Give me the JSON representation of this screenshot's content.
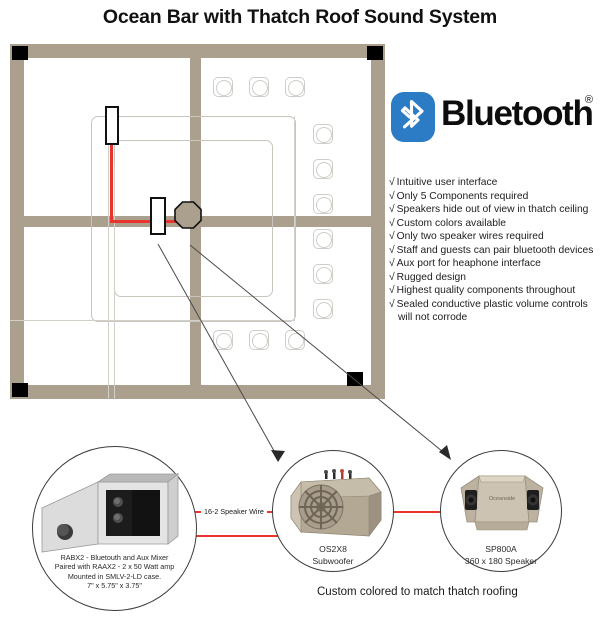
{
  "title": "Ocean Bar with Thatch Roof Sound System",
  "brand": {
    "name": "Bluetooth",
    "registered_mark": "®",
    "logo_icon": "bluetooth-icon",
    "logo_color": "#2b7cc4"
  },
  "features": {
    "bullet": "√",
    "items": [
      "Intuitive user interface",
      "Only 5 Components required",
      "Speakers hide out of view in thatch ceiling",
      "Custom colors available",
      "Only two speaker wires required",
      "Staff and guests can pair bluetooth devices",
      "Aux port for heaphone interface",
      "Rugged design",
      "Highest quality components throughout",
      "Sealed conductive plastic volume controls"
    ],
    "continuation": "will not corrode"
  },
  "floorplan": {
    "wall_color": "#ABA08E",
    "post_color": "#000000",
    "wire_color": "#e8352e",
    "devices": {
      "mixer": "mixer-enclosure",
      "subwoofer": "subwoofer-box",
      "speaker": "octagon-speaker"
    }
  },
  "products": {
    "mixer": {
      "caption_line1": "RABX2 - Bluetouth and Aux Mixer",
      "caption_line2": "Paired with RAAX2 - 2 x 50 Watt amp",
      "caption_line3": "Mounted in SMLV-2-LD case.",
      "caption_line4": "7\" x 5.75\" x 3.75\""
    },
    "subwoofer": {
      "caption_line1": "OS2X8",
      "caption_line2": "Subwoofer"
    },
    "speaker": {
      "caption_line1": "SP800A",
      "caption_line2": "360 x 180 Speaker",
      "badge_text": "Oceanside"
    }
  },
  "wire_label": "16-2 Speaker Wire",
  "footnote": "Custom colored to match thatch roofing"
}
